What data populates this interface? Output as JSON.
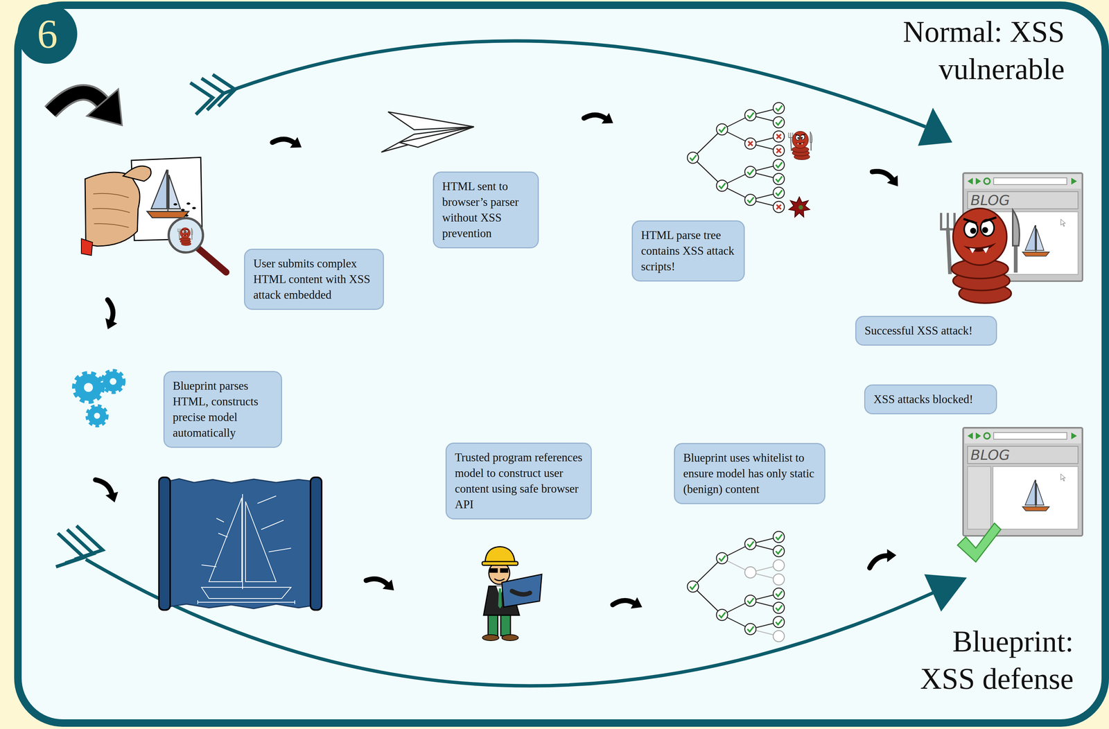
{
  "diagram": {
    "nodes": [
      {
        "text": [
          "6"
        ]
      },
      {
        "text": [
          "User submits complex HTML content with XSS attack embedded"
        ]
      },
      {
        "text": [
          "HTML sent to browser’s parser without XSS prevention"
        ]
      },
      {
        "text": [
          "HTML parse tree contains XSS attack scripts!"
        ]
      },
      {
        "text": [
          "Successful XSS attack!"
        ]
      },
      {
        "text": [
          "Blueprint parses HTML, constructs precise model automatically"
        ]
      },
      {
        "text": [
          "Trusted program references model to construct user content using safe browser API"
        ]
      },
      {
        "text": [
          "Blueprint uses whitelist to ensure model has only static (benign) content"
        ]
      },
      {
        "text": [
          "XSS attacks blocked!"
        ]
      }
    ],
    "labels": [
      "Normal: XSS vulnerable",
      "BLOG",
      "Blueprint: XSS defense",
      "BLOG"
    ]
  }
}
